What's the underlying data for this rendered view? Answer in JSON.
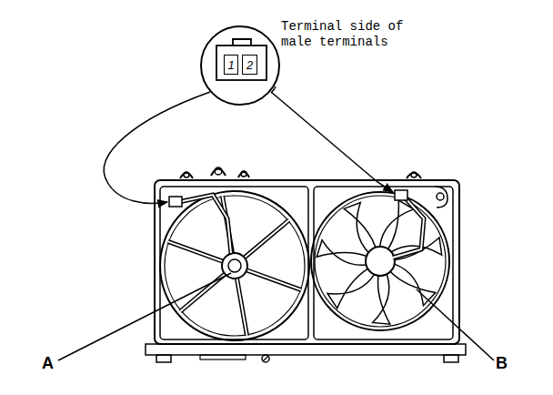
{
  "diagram": {
    "nodes": [
      {
        "text": [
          "1"
        ]
      },
      {
        "text": [
          "2"
        ]
      }
    ],
    "labels": [
      "Terminal side of male terminals",
      "A",
      "B"
    ]
  }
}
